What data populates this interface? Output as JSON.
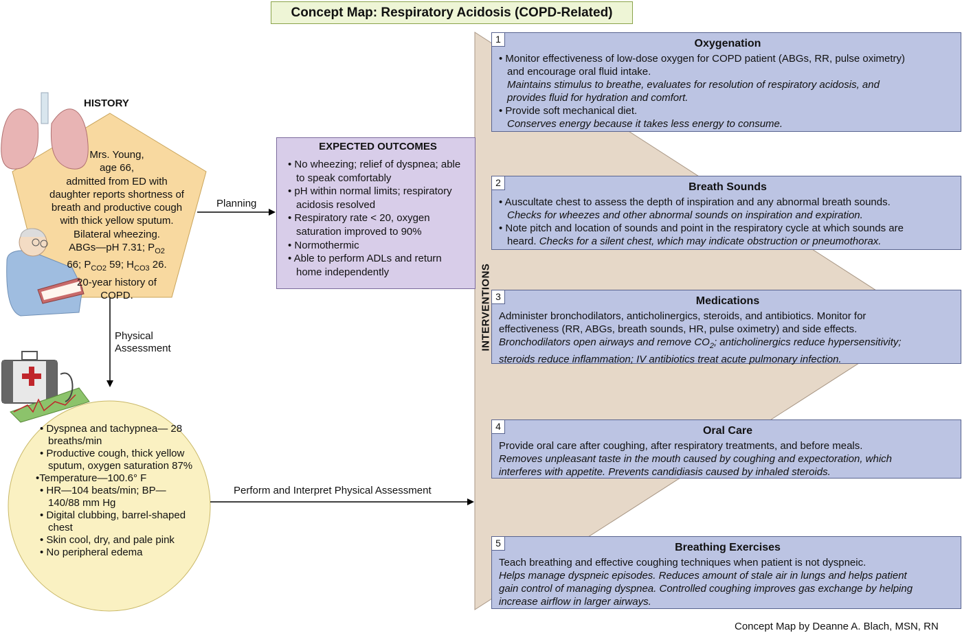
{
  "title": "Concept Map: Respiratory Acidosis (COPD-Related)",
  "history": {
    "heading": "HISTORY",
    "lines": [
      "Mrs. Young,",
      "age 66,",
      "admitted from ED with",
      "daughter reports shortness of",
      "breath and productive cough",
      "with thick yellow sputum.",
      "Bilateral wheezing.",
      "ABGs—pH 7.31; P",
      "O2",
      "66; P",
      "CO2",
      " 59; H",
      "CO3",
      " 26.",
      "20-year history of",
      "COPD."
    ]
  },
  "arrows": {
    "planning": "Planning",
    "physical_assessment_1": "Physical",
    "physical_assessment_2": "Assessment",
    "perform": "Perform and Interpret Physical Assessment"
  },
  "assessment": {
    "items": [
      "• Dyspnea and tachypnea— 28 breaths/min",
      "• Productive cough, thick yellow sputum, oxygen saturation 87%",
      "•Temperature—100.6° F",
      "• HR—104 beats/min; BP— 140/88 mm Hg",
      "• Digital clubbing, barrel-shaped chest",
      "• Skin cool, dry, and pale pink",
      "• No peripheral edema"
    ]
  },
  "outcomes": {
    "heading": "EXPECTED OUTCOMES",
    "items": [
      "• No wheezing; relief of dyspnea; able to speak comfortably",
      "• pH within normal limits; respiratory acidosis resolved",
      "• Respiratory rate < 20, oxygen saturation improved to 90%",
      "• Normothermic",
      "• Able to perform ADLs and return home independently"
    ]
  },
  "interventions_label": "INTERVENTIONS",
  "interventions": [
    {
      "num": "1",
      "title": "Oxygenation",
      "b1": "• Monitor effectiveness of low-dose oxygen for COPD patient (ABGs, RR, pulse oximetry)",
      "b1b": "and encourage oral fluid intake.",
      "r1": "Maintains stimulus to breathe, evaluates for resolution of respiratory acidosis, and",
      "r1b": "provides fluid for hydration and comfort.",
      "b2": "• Provide soft mechanical diet.",
      "r2": "Conserves energy because it takes less energy to consume."
    },
    {
      "num": "2",
      "title": "Breath Sounds",
      "b1": "• Auscultate chest to assess the depth of inspiration and any abnormal breath sounds.",
      "r1": "Checks for wheezes and other abnormal sounds on inspiration and expiration.",
      "b2": "• Note pitch and location of sounds and point in the respiratory cycle at which sounds are",
      "b2b": "heard.",
      "r2": "Checks for a silent chest, which may indicate obstruction or pneumothorax."
    },
    {
      "num": "3",
      "title": "Medications",
      "t1": "Administer bronchodilators, anticholinergics, steroids, and antibiotics. Monitor for",
      "t2": "effectiveness (RR, ABGs, breath sounds, HR, pulse oximetry) and side effects.",
      "r1": "Bronchodilators open airways and remove CO",
      "r1sub": "2",
      "r1c": "; anticholinergics reduce hypersensitivity;",
      "r2": "steroids reduce inflammation; IV antibiotics treat acute pulmonary infection."
    },
    {
      "num": "4",
      "title": "Oral Care",
      "t1": "Provide oral care after coughing, after respiratory treatments, and before meals.",
      "r1": "Removes unpleasant taste in the mouth caused by coughing and expectoration, which",
      "r2": "interferes with appetite. Prevents candidiasis caused by inhaled steroids."
    },
    {
      "num": "5",
      "title": "Breathing Exercises",
      "t1": "Teach breathing and effective coughing techniques when patient is not dyspneic.",
      "r1": "Helps manage dyspneic episodes. Reduces amount of stale air in lungs and helps patient",
      "r2": "gain control of managing dyspnea. Controlled coughing improves gas exchange by helping",
      "r3": "increase airflow in larger airways."
    }
  ],
  "credit": "Concept Map by Deanne A. Blach, MSN, RN"
}
